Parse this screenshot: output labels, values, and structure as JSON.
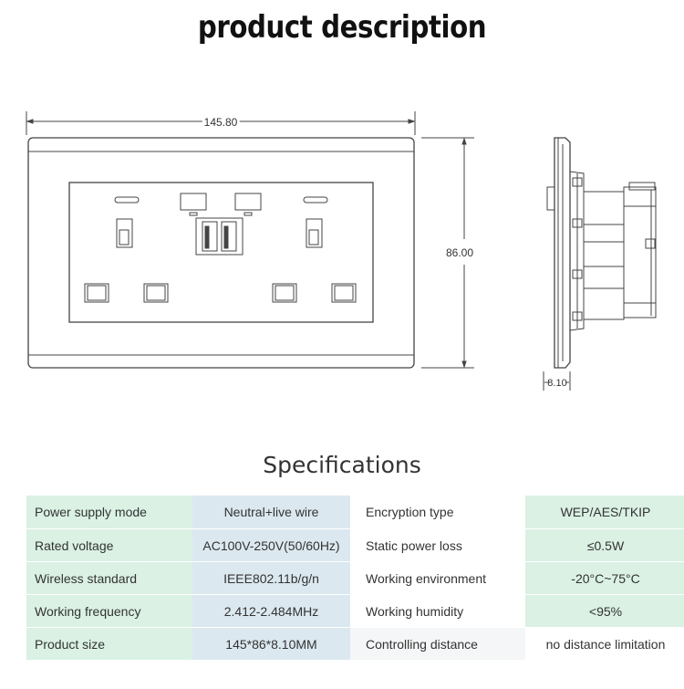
{
  "page_title": "product description",
  "dimensions": {
    "width": "145.80",
    "height": "86.00",
    "depth": "8.10"
  },
  "specifications": {
    "heading": "Specifications",
    "rows": [
      {
        "label1": "Power supply mode",
        "value1": "Neutral+live wire",
        "label2": "Encryption type",
        "value2": "WEP/AES/TKIP"
      },
      {
        "label1": "Rated voltage",
        "value1": "AC100V-250V(50/60Hz)",
        "label2": "Static power loss",
        "value2": "≤0.5W"
      },
      {
        "label1": "Wireless standard",
        "value1": "IEEE802.11b/g/n",
        "label2": "Working environment",
        "value2": "-20°C~75°C"
      },
      {
        "label1": "Working frequency",
        "value1": "2.412-2.484MHz",
        "label2": "Working humidity",
        "value2": "<95%"
      },
      {
        "label1": "Product size",
        "value1": "145*86*8.10MM",
        "label2": "Controlling distance",
        "value2": "no distance limitation"
      }
    ]
  }
}
